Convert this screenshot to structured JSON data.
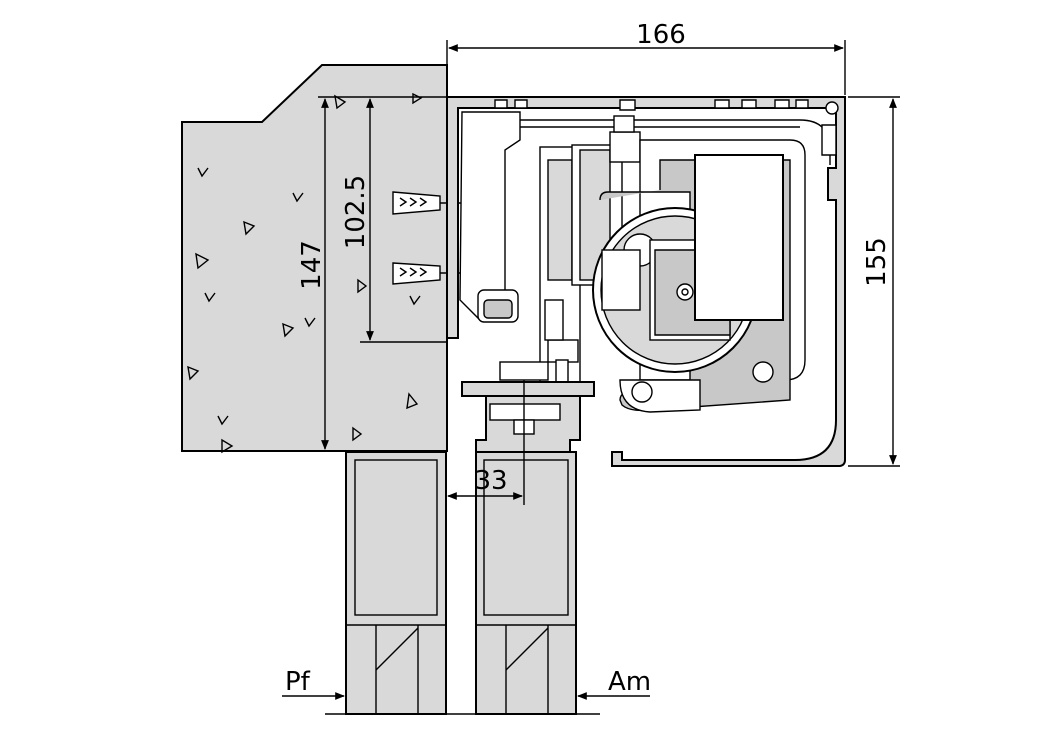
{
  "drawing": {
    "dimensions": {
      "width_top": "166",
      "height_right": "155",
      "height_left": "147",
      "height_inner": "102.5",
      "offset_bottom": "33"
    },
    "labels": {
      "left_leaf": "Pf",
      "right_leaf": "Am"
    },
    "colors": {
      "line": "#000000",
      "fill": "#d9d9d9",
      "background": "#ffffff"
    }
  }
}
